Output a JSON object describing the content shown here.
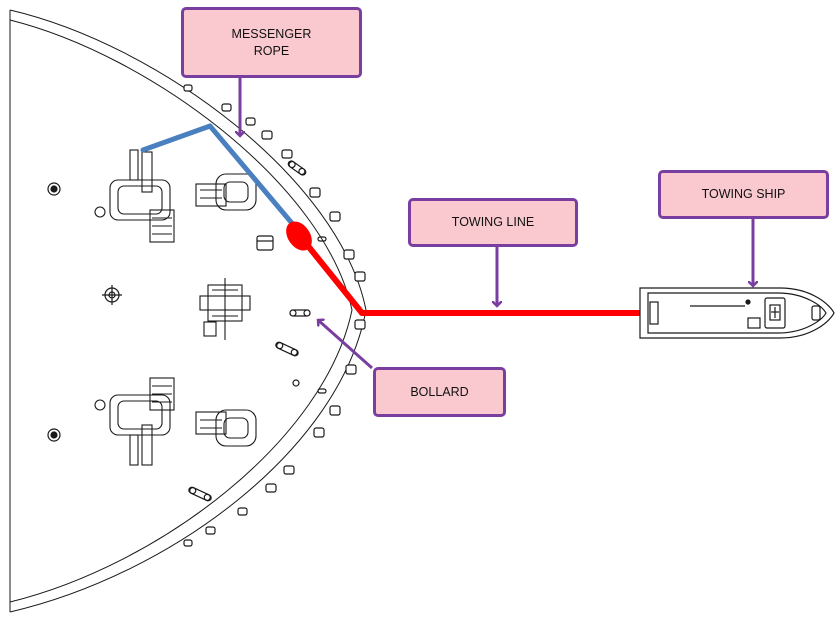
{
  "labels": {
    "messenger_rope": "MESSENGER\nROPE",
    "towing_line": "TOWING LINE",
    "towing_ship": "TOWING SHIP",
    "bollard": "BOLLARD"
  },
  "colors": {
    "callout_fill": "#f9c9cf",
    "callout_border": "#7a3ea0",
    "arrow": "#7a3ea0",
    "towing_line": "#ff0000",
    "messenger_rope": "#4a7fc0",
    "outline": "#1a1a1a"
  }
}
